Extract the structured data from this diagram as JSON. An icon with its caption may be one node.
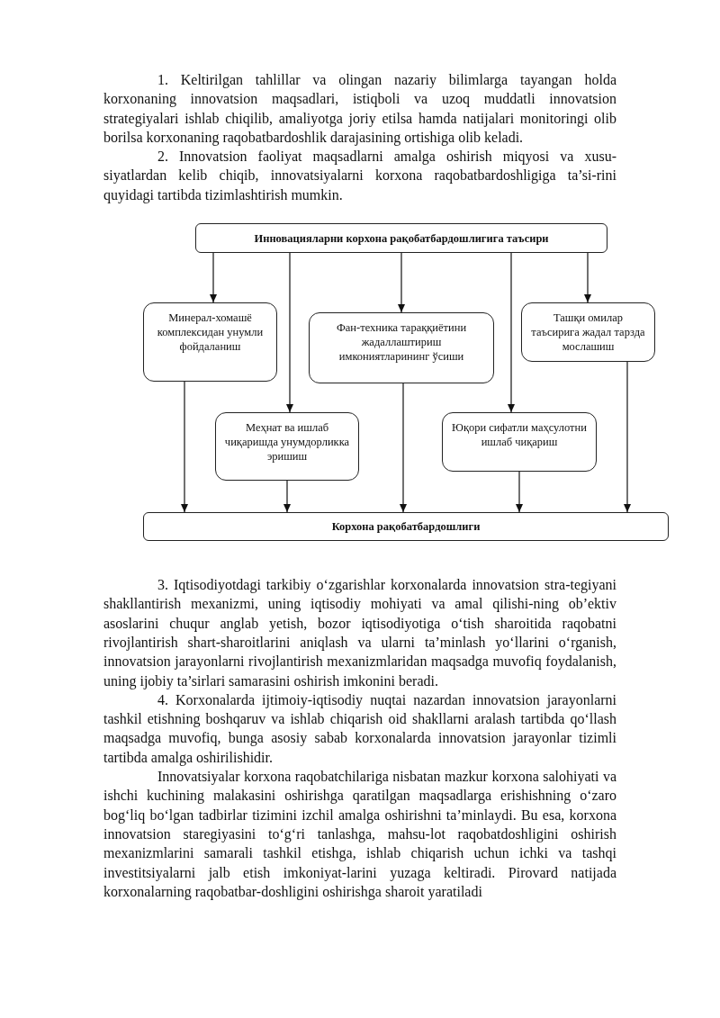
{
  "diagram": {
    "nodes": [
      {
        "text": [
          "Инновацияларни корхона рақобатбардошлигига таъсири"
        ]
      },
      {
        "text": [
          "Минерал-хомашё комплексидан унумли фойдаланиш"
        ]
      },
      {
        "text": [
          "Фан-техника тараққиётини жадаллаштириш имкониятларининг ўсиши"
        ]
      },
      {
        "text": [
          "Ташқи омилар таъсирига жадал тарзда мослашиш"
        ]
      },
      {
        "text": [
          "Меҳнат ва ишлаб чиқаришда унумдорликка эришиш"
        ]
      },
      {
        "text": [
          "Юқори сифатли маҳсулотни ишлаб чиқариш"
        ]
      },
      {
        "text": [
          "Корхона рақобатбардошлиги"
        ]
      }
    ],
    "edges": [
      {
        "from": 0,
        "to": 1,
        "arrow": "to"
      },
      {
        "from": 0,
        "to": 4,
        "arrow": "to"
      },
      {
        "from": 0,
        "to": 2,
        "arrow": "to"
      },
      {
        "from": 0,
        "to": 5,
        "arrow": "to"
      },
      {
        "from": 0,
        "to": 3,
        "arrow": "to"
      },
      {
        "from": 1,
        "to": 6,
        "arrow": "to"
      },
      {
        "from": 4,
        "to": 6,
        "arrow": "to"
      },
      {
        "from": 2,
        "to": 6,
        "arrow": "to"
      },
      {
        "from": 5,
        "to": 6,
        "arrow": "to"
      },
      {
        "from": 3,
        "to": 6,
        "arrow": "to"
      }
    ],
    "labels": [
      "1. Keltirilgan tahlillar va olingan nazariy bilimlarga tayangan holda korxonaning innovatsion maqsadlari, istiqboli va uzoq muddatli innovatsion strategiyalari ishlab chiqilib, amaliyotga joriy etilsa hamda natijalari monitoringi olib borilsa korxonaning raqobatbardoshlik darajasining ortishiga olib keladi.",
      "2. Innovatsion faoliyat maqsadlarni amalga oshirish miqyosi va xusu-siyatlardan kelib chiqib, innovatsiyalarni korxona raqobatbardoshligiga ta’si-rini quyidagi tartibda tizimlashtirish mumkin.",
      "3. Iqtisodiyotdagi tarkibiy o‘zgarishlar korxonalarda innovatsion stra-tegiyani shakllantirish mexanizmi, uning iqtisodiy mohiyati va amal qilishi-ning ob’ektiv asoslarini chuqur anglab yetish, bozor iqtisodiyotiga o‘tish sharoitida raqobatni rivojlantirish shart-sharoitlarini aniqlash va ularni ta’minlash yo‘llarini o‘rganish, innovatsion jarayonlarni rivojlantirish mexanizmlaridan maqsadga muvofiq foydalanish, uning ijobiy ta’sirlari samarasini oshirish imkonini beradi.",
      "4. Korxonalarda ijtimoiy-iqtisodiy nuqtai nazardan innovatsion jarayonlarni tashkil etishning boshqaruv va ishlab chiqarish oid shakllarni aralash tartibda qo‘llash maqsadga muvofiq, bunga asosiy sabab korxonalarda innovatsion jarayonlar tizimli tartibda amalga oshirilishidir.",
      "Innovatsiyalar korxona raqobatchilariga nisbatan mazkur korxona salohiyati va ishchi kuchining malakasini oshirishga qaratilgan maqsadlarga erishishning o‘zaro bog‘liq bo‘lgan tadbirlar tizimini izchil amalga oshirishni ta’minlaydi. Bu esa, korxona innovatsion staregiyasini to‘g‘ri tanlashga, mahsu-lot raqobatdoshligini oshirish mexanizmlarini samarali tashkil etishga, ishlab chiqarish uchun ichki va tashqi investitsiyalarni jalb etish imkoniyat-larini yuzaga keltiradi. Pirovard natijada korxonalarning raqobatbar-doshligini oshirishga sharoit yaratiladi"
    ]
  }
}
